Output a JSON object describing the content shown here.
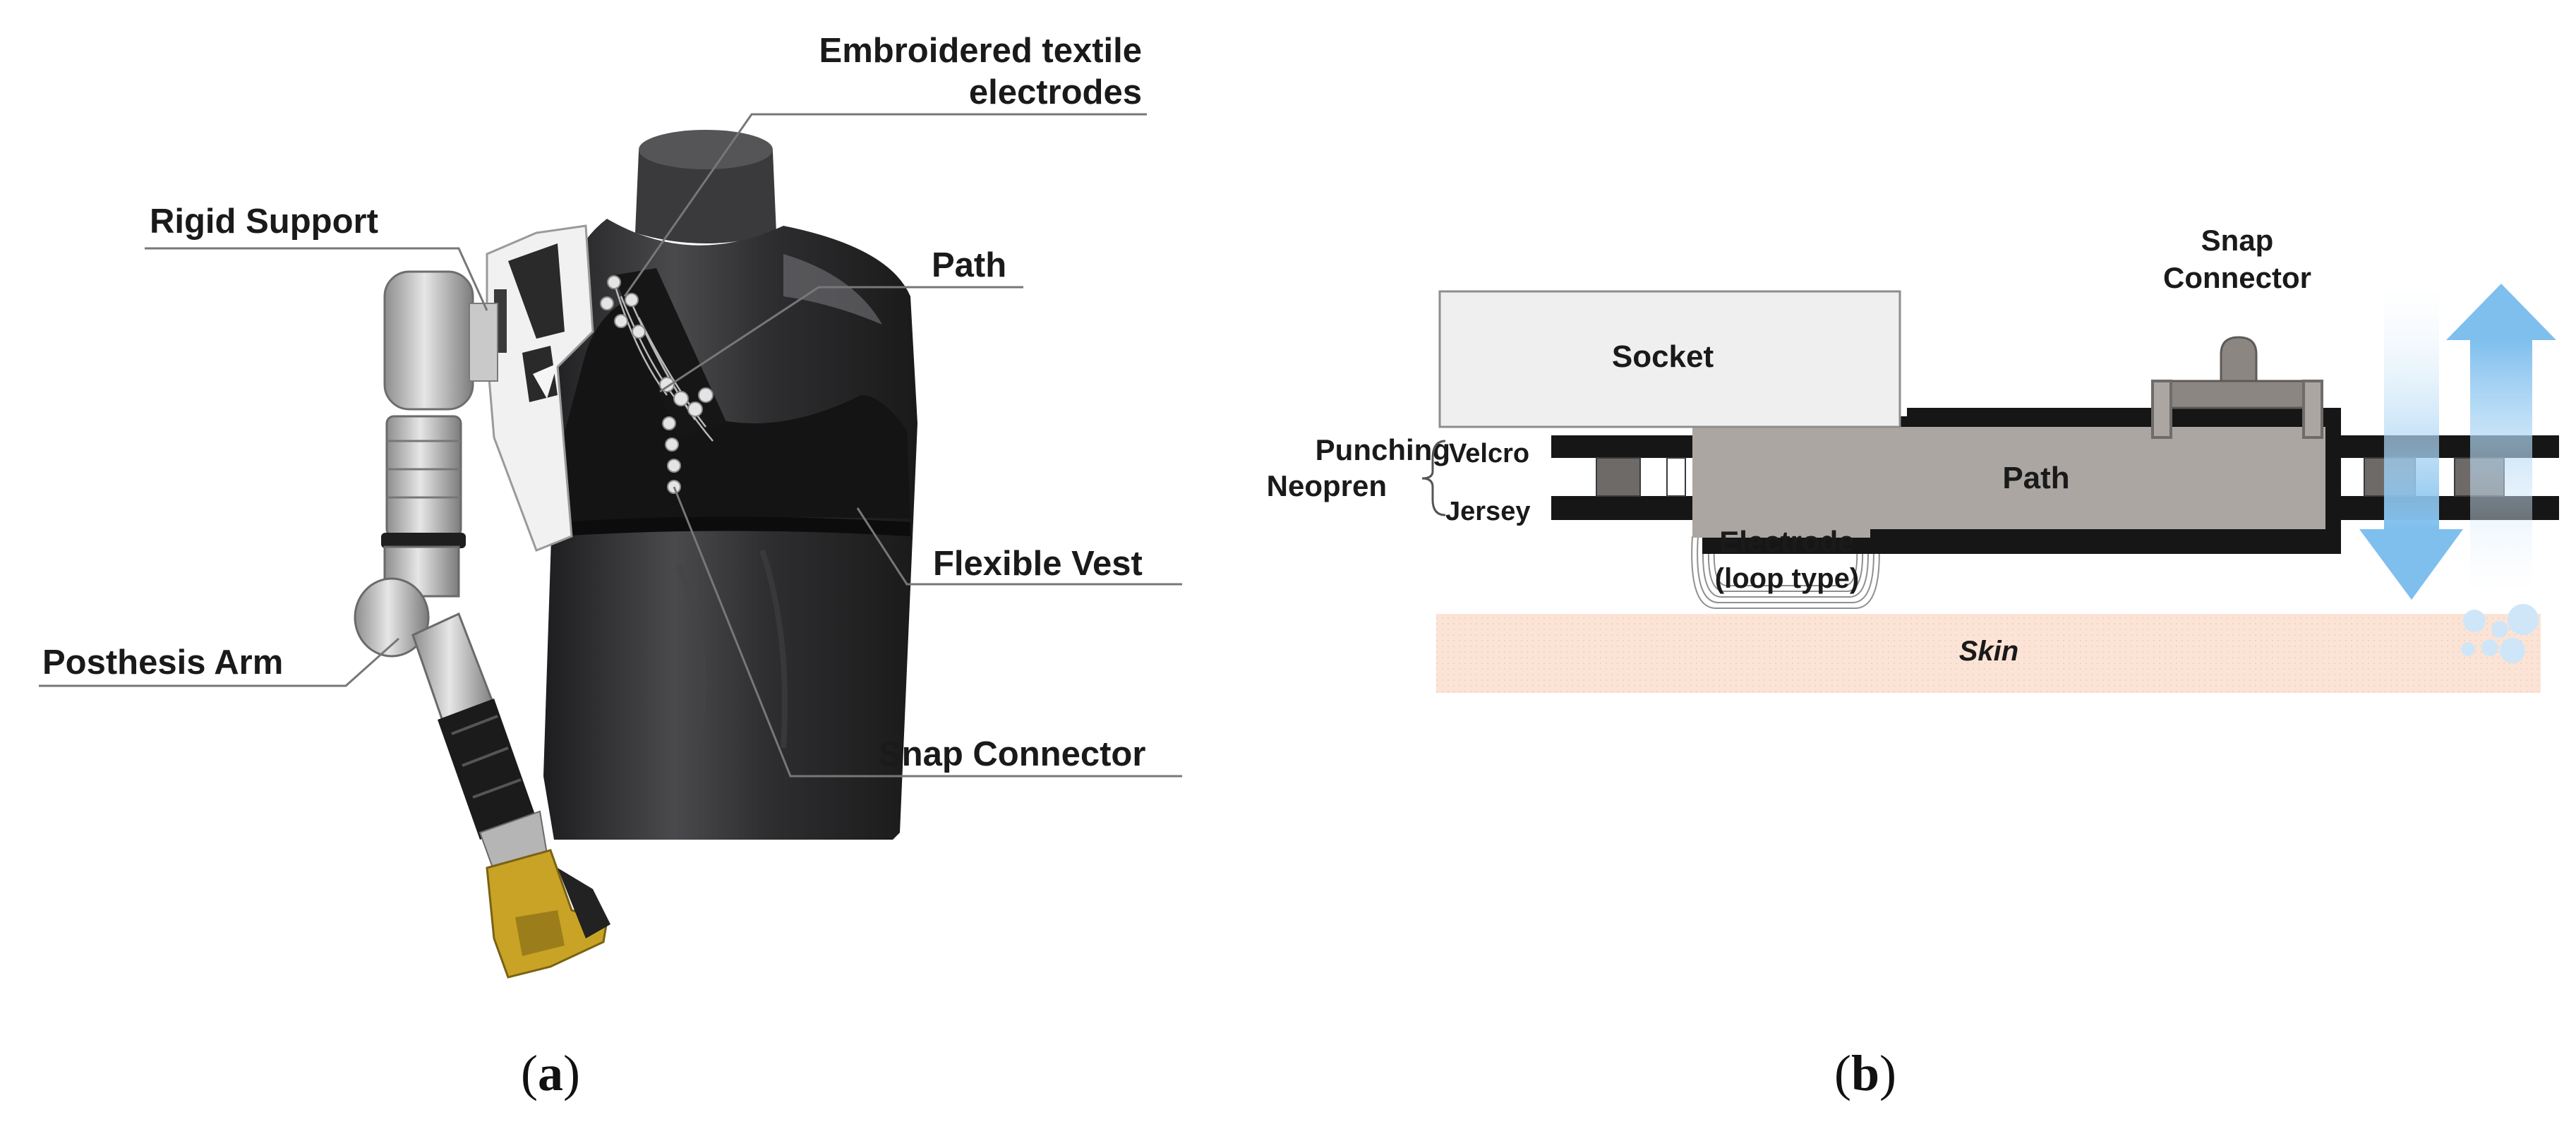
{
  "panel_a": {
    "labels": {
      "embroidered_line1": "Embroidered textile",
      "embroidered_line2": "electrodes",
      "rigid_support": "Rigid Support",
      "path": "Path",
      "flexible_vest": "Flexible Vest",
      "prosthesis_arm": "Posthesis Arm",
      "snap_connector": "Snap Connector"
    },
    "caption_letter": "a"
  },
  "panel_b": {
    "labels": {
      "snap_line1": "Snap",
      "snap_line2": "Connector",
      "socket": "Socket",
      "punching_line1": "Punching",
      "punching_line2": "Neopren",
      "velcro": "Velcro",
      "jersey": "Jersey",
      "path": "Path",
      "electrode_line1": "Electrode",
      "electrode_line2": "(loop type)",
      "skin": "Skin"
    },
    "caption_letter": "b"
  },
  "colors": {
    "torso": "#2b2b2d",
    "vest": "#151515",
    "path_block": "#aba6a2",
    "socket": "#efefef",
    "skin": "#fbe4d6",
    "arrow": "#8cc4ec",
    "gripper": "#c8a325"
  }
}
